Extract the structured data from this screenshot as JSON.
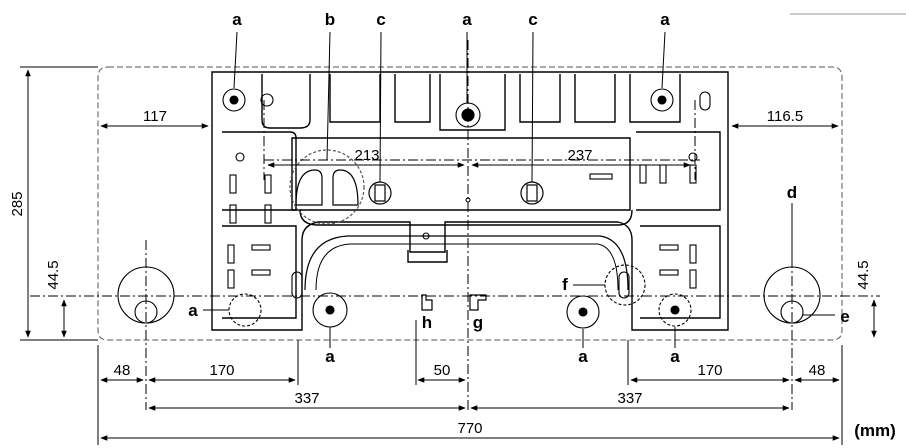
{
  "unit": "(mm)",
  "dimensions": {
    "left_margin": "117",
    "right_margin": "116.5",
    "left_to_center": "213",
    "right_to_center": "237",
    "height": "285",
    "pipe_height_left": "44.5",
    "pipe_height_right": "44.5",
    "edge_left": "48",
    "edge_right": "48",
    "inner_left": "170",
    "inner_right": "170",
    "gap": "50",
    "half_left": "337",
    "half_right": "337",
    "total_width": "770"
  },
  "labels": {
    "a": "a",
    "b": "b",
    "c": "c",
    "d": "d",
    "e": "e",
    "f": "f",
    "g": "g",
    "h": "h"
  }
}
